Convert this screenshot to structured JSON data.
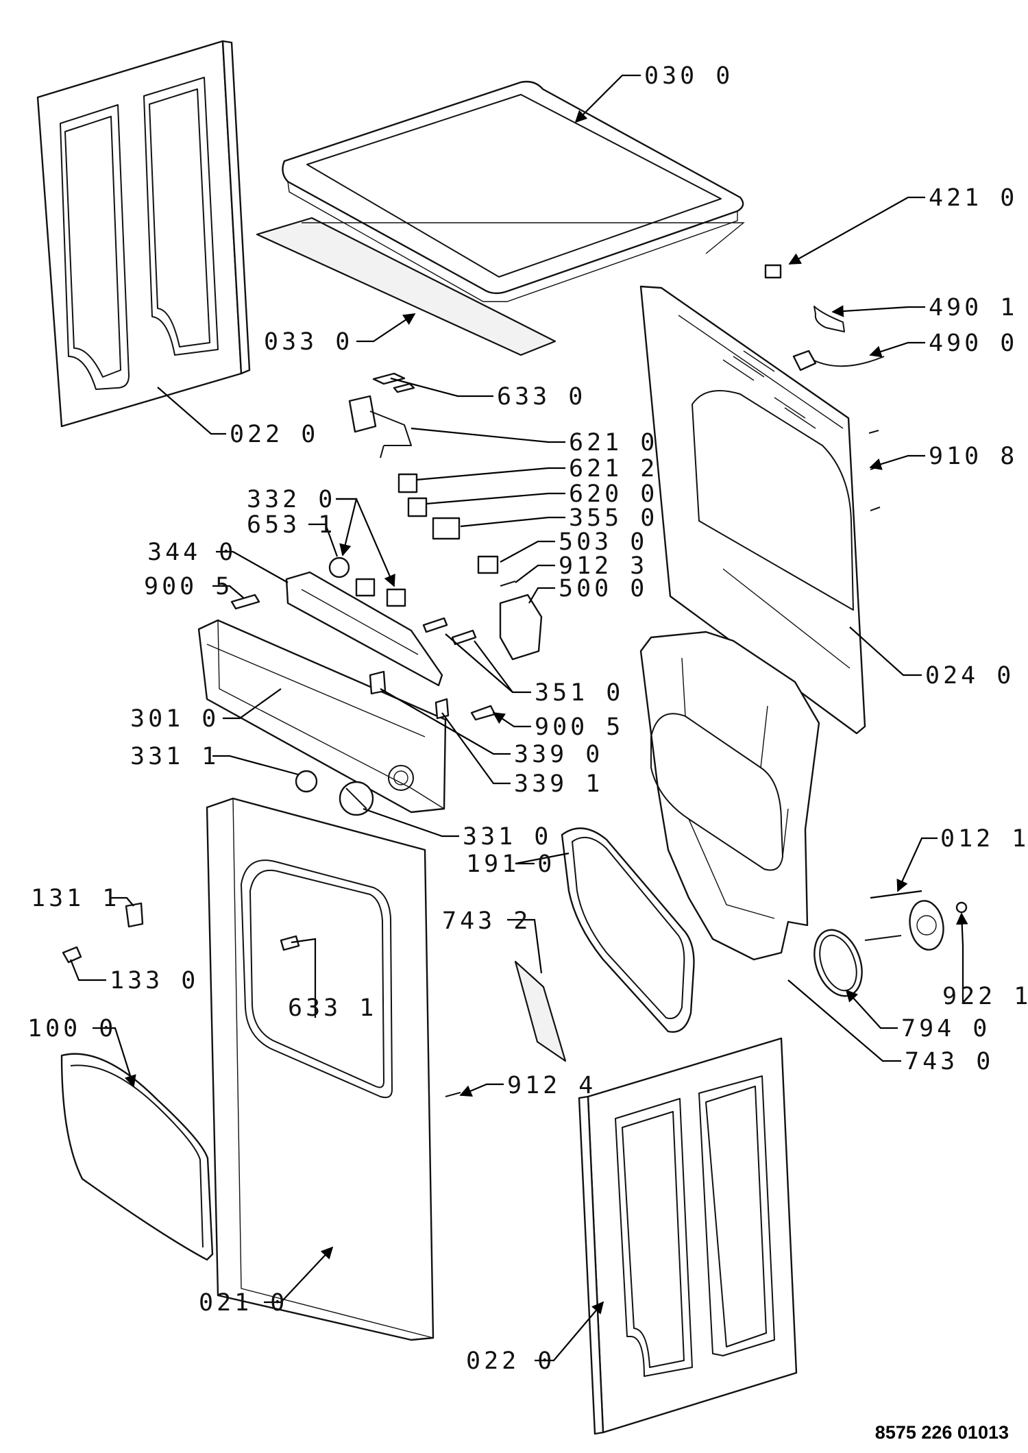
{
  "document_code": "8575 226 01013",
  "callouts": {
    "c030_0": "030 0",
    "c421_0": "421 0",
    "c490_1": "490 1",
    "c490_0": "490 0",
    "c033_0": "033 0",
    "c633_0": "633 0",
    "c022_0_top": "022 0",
    "c621_0": "621 0",
    "c910_8": "910 8",
    "c621_2": "621 2",
    "c332_0": "332 0",
    "c620_0": "620 0",
    "c653_1": "653 1",
    "c355_0": "355 0",
    "c503_0": "503 0",
    "c344_0": "344 0",
    "c912_3": "912 3",
    "c900_5_left": "900 5",
    "c500_0": "500 0",
    "c024_0": "024 0",
    "c351_0": "351 0",
    "c301_0": "301 0",
    "c900_5_right": "900 5",
    "c339_0": "339 0",
    "c331_1": "331 1",
    "c339_1": "339 1",
    "c331_0": "331 0",
    "c012_1": "012 1",
    "c191_0": "191 0",
    "c131_1": "131 1",
    "c743_2": "743 2",
    "c133_0": "133 0",
    "c633_1": "633 1",
    "c922_1": "922 1",
    "c100_0": "100 0",
    "c794_0": "794 0",
    "c743_0": "743 0",
    "c912_4": "912 4",
    "c021_0": "021 0",
    "c022_0_bottom": "022 0"
  }
}
